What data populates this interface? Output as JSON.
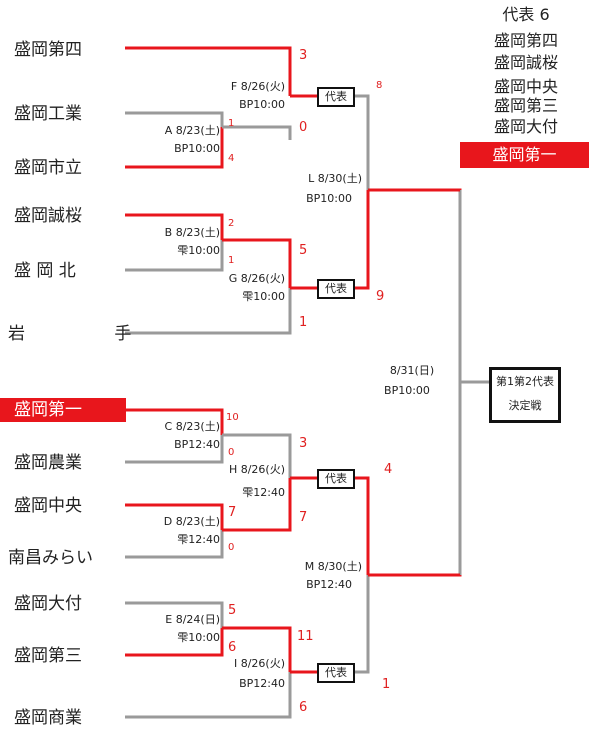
{
  "teams": [
    "盛岡第四",
    "盛岡工業",
    "盛岡市立",
    "盛岡誠桜",
    "盛 岡 北",
    "岩 手",
    "盛岡第一",
    "盛岡農業",
    "盛岡中央",
    "南昌みらい",
    "盛岡大付",
    "盛岡第三",
    "盛岡商業"
  ],
  "matches": {
    "A": {
      "line1": "A 8/23(土)",
      "line2": "BP10:00",
      "s1": "1",
      "s2": "4"
    },
    "B": {
      "line1": "B 8/23(土)",
      "line2": "雫10:00",
      "s1": "2",
      "s2": "1"
    },
    "C": {
      "line1": "C 8/23(土)",
      "line2": "BP12:40",
      "s1": "10",
      "s2": "0"
    },
    "D": {
      "line1": "D 8/23(土)",
      "line2": "雫12:40",
      "s1": "7",
      "s2": "0"
    },
    "E": {
      "line1": "E 8/24(日)",
      "line2": "雫10:00",
      "s1": "5",
      "s2": "6"
    },
    "F": {
      "line1": "F 8/26(火)",
      "line2": "BP10:00",
      "s1": "3",
      "s2": "0"
    },
    "G": {
      "line1": "G 8/26(火)",
      "line2": "雫10:00",
      "s1": "5",
      "s2": "1"
    },
    "H": {
      "line1": "H 8/26(火)",
      "line2": "雫12:40",
      "s1": "3",
      "s2": "7"
    },
    "I": {
      "line1": "I 8/26(火)",
      "line2": "BP12:40",
      "s1": "11",
      "s2": "6"
    },
    "L": {
      "line1": "L 8/30(土)",
      "line2": "BP10:00",
      "s1": "8",
      "s2": "9"
    },
    "M": {
      "line1": "M 8/30(土)",
      "line2": "BP12:40",
      "s1": "4",
      "s2": "1"
    }
  },
  "rep_label": "代表",
  "final": {
    "line1": "8/31(日)",
    "line2": "BP10:00",
    "box1": "第1第2代表",
    "box2": "決定戦"
  },
  "representatives": {
    "heading": "代表 6",
    "list": [
      "盛岡第四",
      "盛岡誠桜",
      "盛岡中央",
      "盛岡第三",
      "盛岡大付"
    ],
    "highlight": "盛岡第一"
  },
  "colors": {
    "win": "#e8161c",
    "lose": "#9a9a9a"
  }
}
